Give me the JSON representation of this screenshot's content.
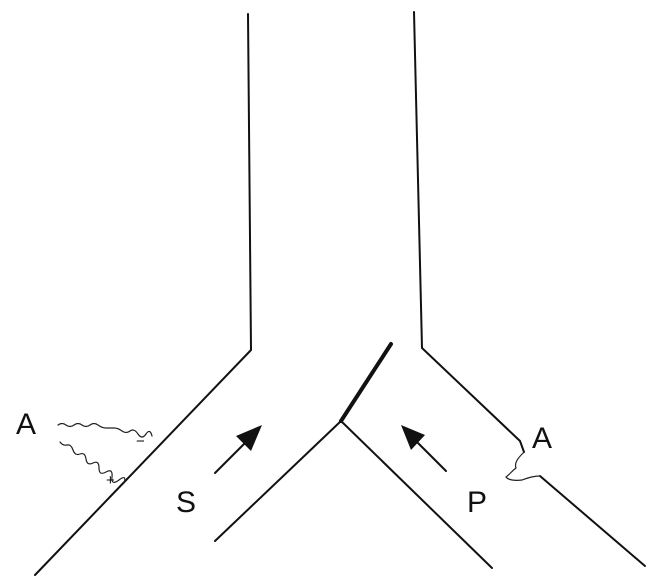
{
  "labels": {
    "left_a": "A",
    "right_a": "A",
    "s": "S",
    "p": "P",
    "minus": "−",
    "plus": "+"
  },
  "colors": {
    "line": "#111111",
    "background": "#ffffff"
  }
}
